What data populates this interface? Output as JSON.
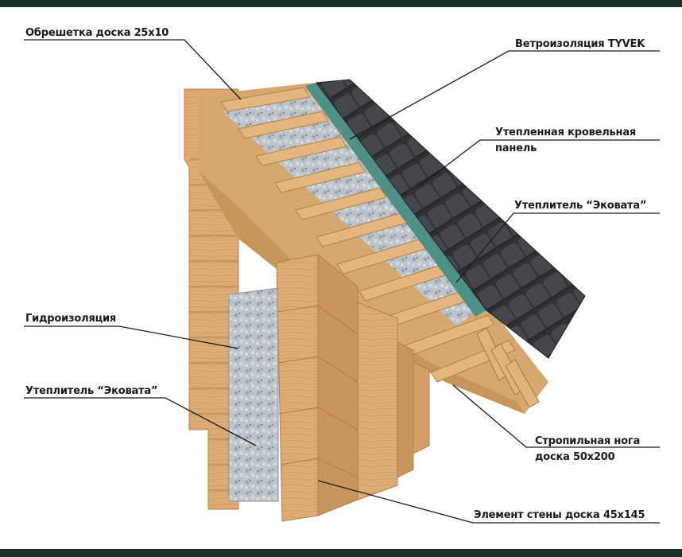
{
  "labels": {
    "lathing": "Обрешетка доска 25х10",
    "wind_barrier": "Ветроизоляция TYVEK",
    "roof_panel_line1": "Утепленная кровельная",
    "roof_panel_line2": "панель",
    "roof_insulation": "Утеплитель “Эковата”",
    "waterproofing": "Гидроизоляция",
    "wall_insulation": "Утеплитель “Эковата”",
    "rafter_line1": "Стропильная нога",
    "rafter_line2": "доска 50х200",
    "wall_element": "Элемент стены доска 45х145"
  },
  "colors": {
    "frame": "#13302c",
    "wood": "#d9ab72",
    "wood_dark": "#b9844c",
    "insulation": "#b9c0c6",
    "shingles": "#3a3c40",
    "membrane": "#4e8f86",
    "leader": "#1a1a1a"
  }
}
